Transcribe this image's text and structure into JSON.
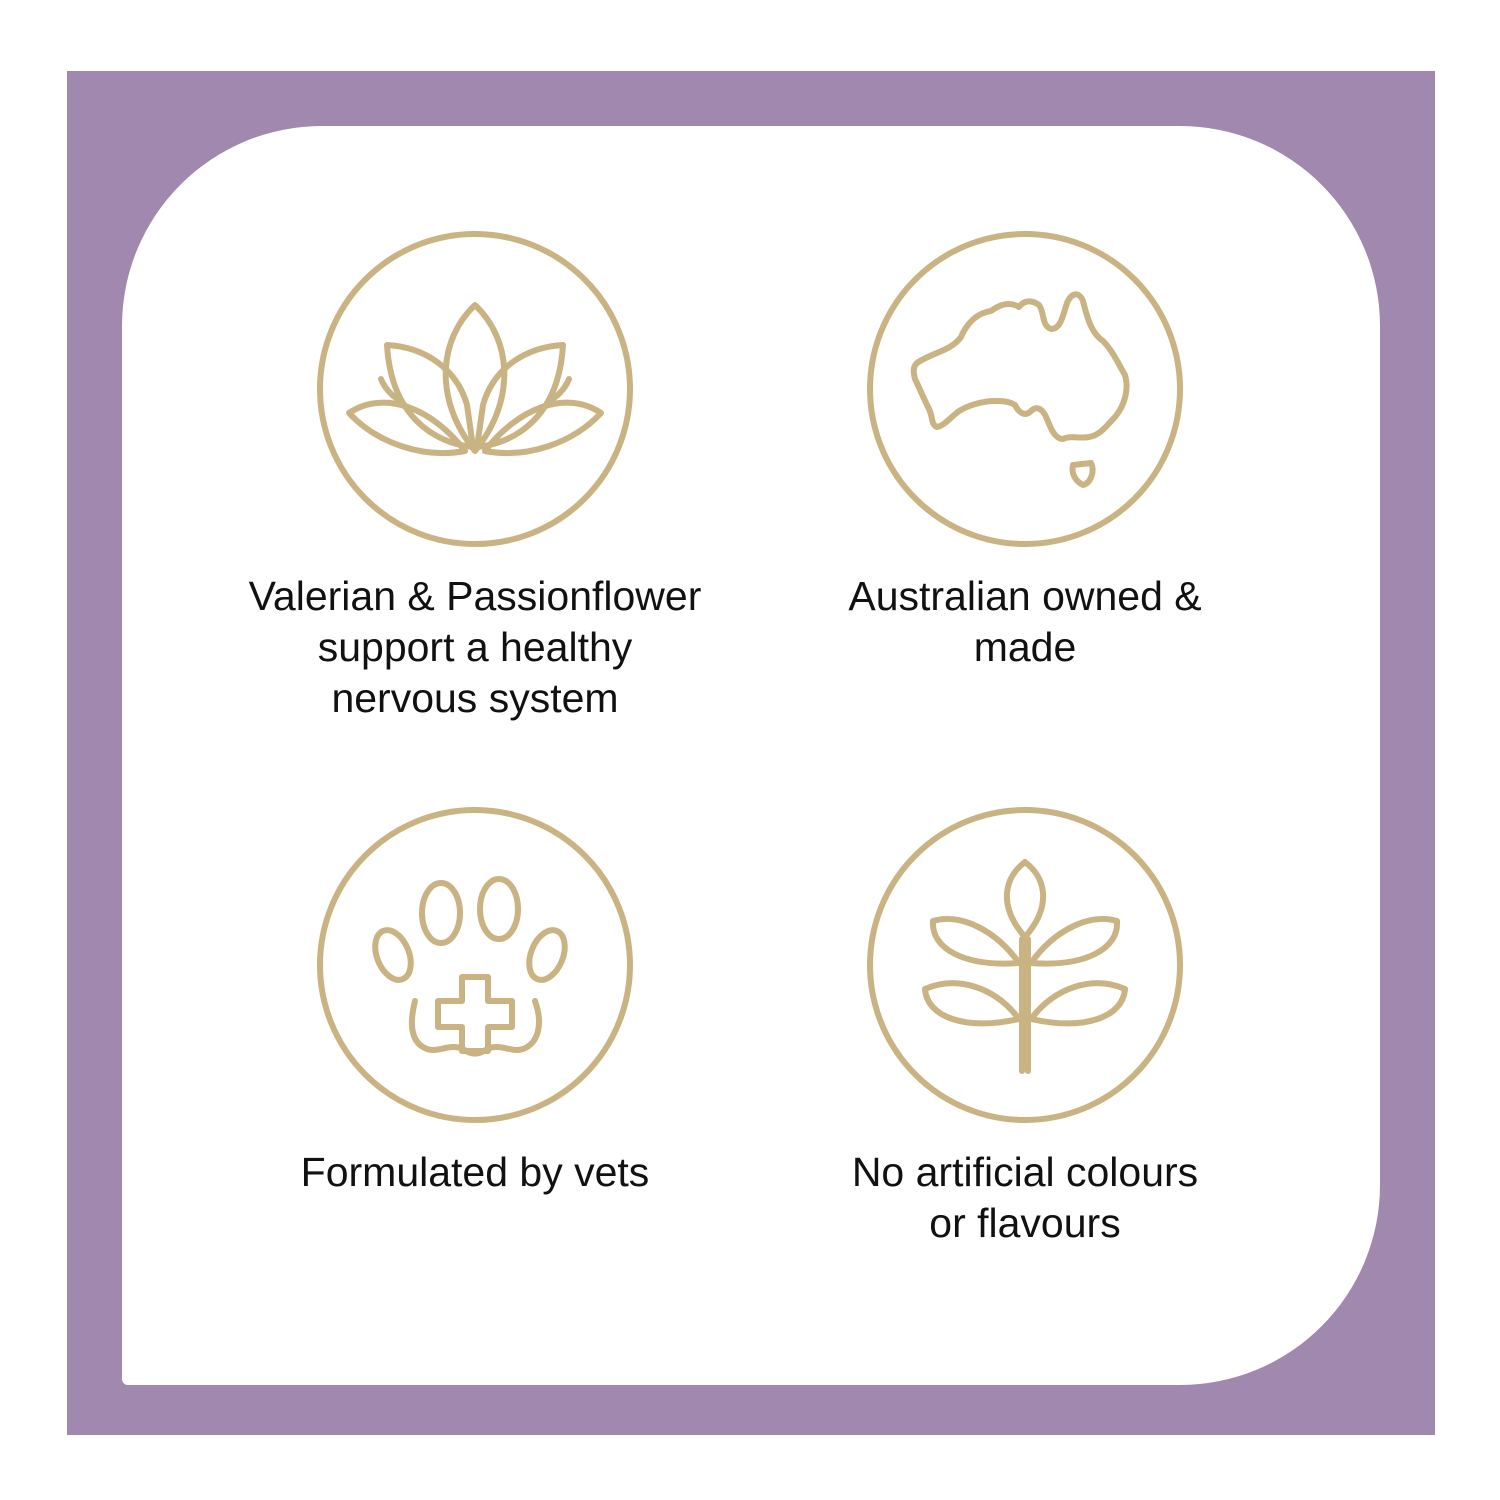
{
  "colors": {
    "frame": "#a088ae",
    "panel": "#ffffff",
    "icon_gold": "#c9b383",
    "text": "#111111"
  },
  "features": [
    {
      "icon": "lotus-icon",
      "label": "Valerian & Passionflower\nsupport a healthy\nnervous system"
    },
    {
      "icon": "australia-map-icon",
      "label": "Australian owned &\nmade"
    },
    {
      "icon": "paw-cross-icon",
      "label": "Formulated by vets"
    },
    {
      "icon": "leaf-branch-icon",
      "label": "No artificial colours\nor flavours"
    }
  ]
}
